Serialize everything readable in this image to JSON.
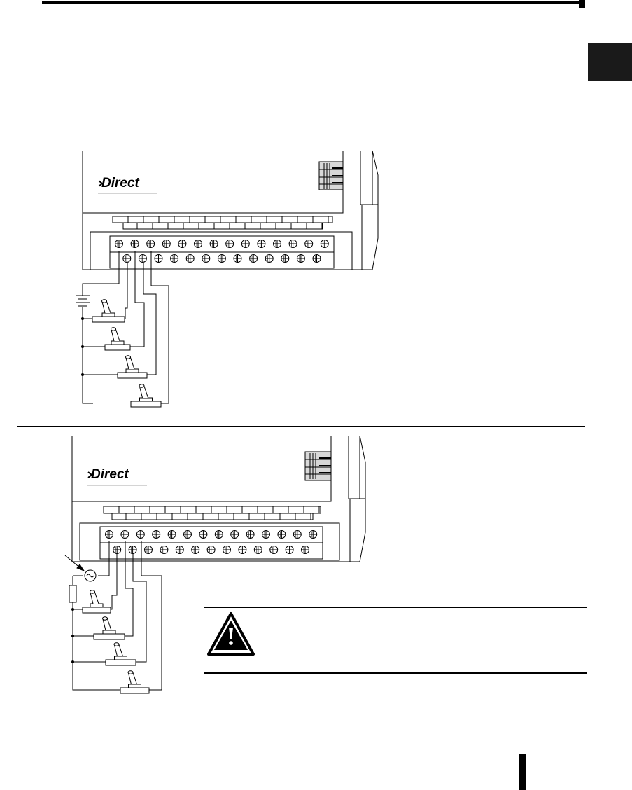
{
  "brand": {
    "logo_text": "Direct"
  },
  "colors": {
    "ink": "#000000",
    "paper": "#ffffff",
    "panel_gray": "#d8d8d8",
    "tab_black": "#1a1a1a"
  },
  "diagrams": [
    {
      "name": "dc-input-wiring",
      "supply": "dc-battery",
      "switch_count": 4,
      "top_terminals": 14,
      "bottom_terminals": 13
    },
    {
      "name": "ac-input-wiring",
      "supply": "ac-source",
      "switch_count": 4,
      "top_terminals": 14,
      "bottom_terminals": 13
    }
  ],
  "warning": {
    "icon": "warning-exclamation-icon"
  }
}
